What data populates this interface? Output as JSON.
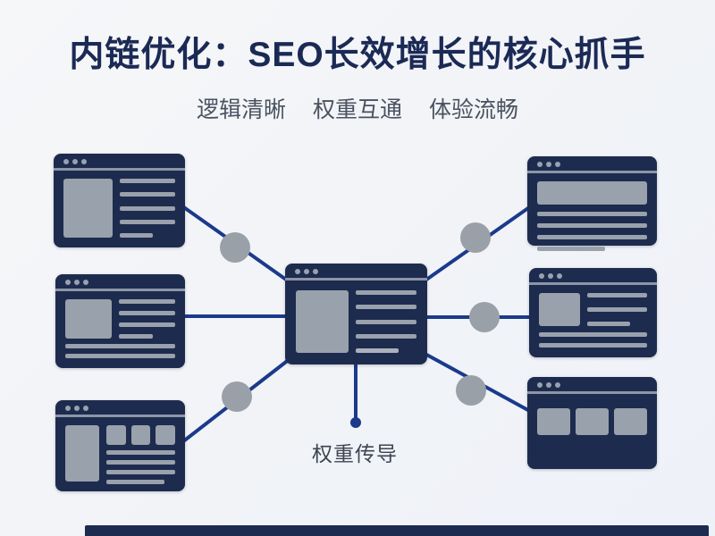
{
  "page": {
    "title": "内链优化：SEO长效增长的核心抓手",
    "subtitle_phrases": [
      "逻辑清晰",
      "权重互通",
      "体验流畅"
    ],
    "bottom_label": "权重传导"
  },
  "colors": {
    "title_text": "#1b2a55",
    "subtitle_text": "#4a5260",
    "window_body": "#1d2b4e",
    "placeholder_gray": "#99a1ac",
    "connector_line": "#1b3a8c",
    "node_circle": "#9aa0a8",
    "background": "#f3f5f8",
    "bottom_bar": "#1c2b4f"
  }
}
